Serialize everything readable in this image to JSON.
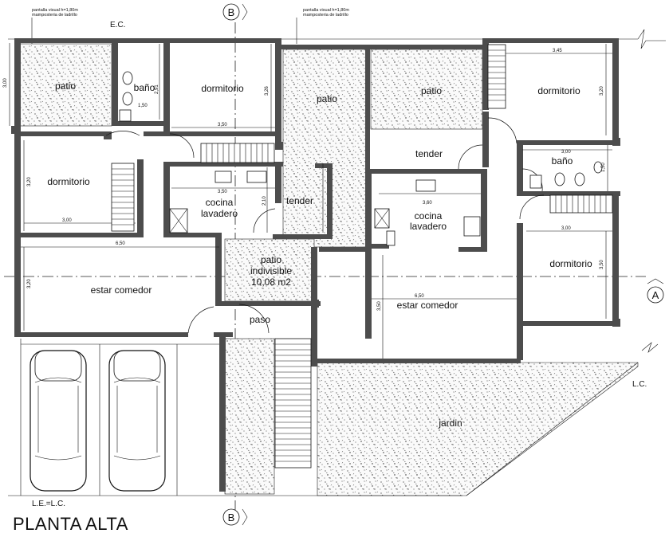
{
  "title": "PLANTA ALTA",
  "labels": {
    "ec": "E.C.",
    "lc": "L.C.",
    "le_lc": "L.E.=L.C.",
    "axis_b": "B",
    "axis_a": "A",
    "note_line1": "pantalla visual h=1,80m",
    "note_line2": "mamposteria de ladrillo"
  },
  "rooms": {
    "patio_left": "patio",
    "bano_left": "baño",
    "dormitorio_top_left": "dormitorio",
    "patio_center": "patio",
    "patio_center_right": "patio",
    "dormitorio_top_right": "dormitorio",
    "dormitorio_left": "dormitorio",
    "cocina_left_1": "cocina",
    "cocina_left_2": "lavadero",
    "tender_left": "tender",
    "tender_right": "tender",
    "bano_right": "baño",
    "cocina_right_1": "cocina",
    "cocina_right_2": "lavadero",
    "patio_indivisible_1": "patio",
    "patio_indivisible_2": "indivisible",
    "patio_indivisible_3": "10,08 m2",
    "estar_left": "estar comedor",
    "estar_right": "estar comedor",
    "dormitorio_right": "dormitorio",
    "paso": "paso",
    "jardin": "jardin"
  },
  "dims": {
    "d300v": "3,00",
    "d291": "2,91",
    "d150a": "1,50",
    "d326": "3,26",
    "d350a": "3,50",
    "d345": "3,45",
    "d320a": "3,20",
    "d320b": "3,20",
    "d300a": "3,00",
    "d350b": "3,50",
    "d210": "2,10",
    "d360": "3,60",
    "d300b": "3,00",
    "d150b": "1,50",
    "d300c": "3,00",
    "d350c": "3,50",
    "d650a": "6,50",
    "d320c": "3,20",
    "d650b": "6,50",
    "d350d": "3,50"
  }
}
